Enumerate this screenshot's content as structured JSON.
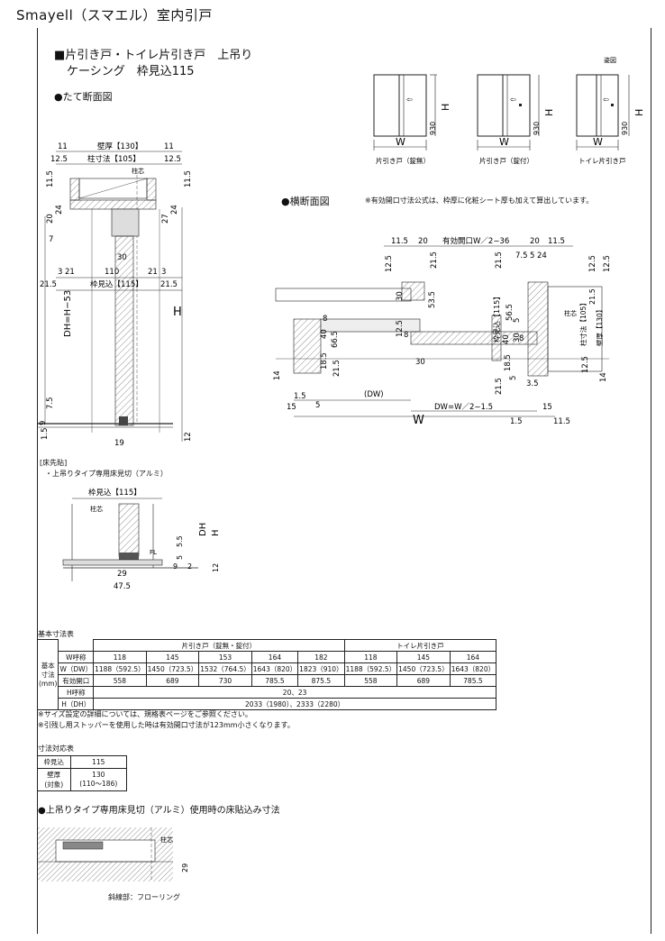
{
  "header": {
    "title": "Smayell（スマエル）室内引戸"
  },
  "main": {
    "title_line1": "■片引き戸・トイレ片引き戸　上吊り",
    "title_line2": "ケーシング　枠見込115"
  },
  "sections": {
    "vertical": "●たて断面図",
    "horizontal": "●横断面図",
    "horizontal_note": "※有効開口寸法公式は、枠厚に化粧シート厚も加えて算出しています。",
    "figure": "姿図",
    "floor": "●上吊りタイプ専用床見切（アルミ）使用時の床貼込み寸法"
  },
  "elevations": [
    {
      "caption": "片引き戸（錠無）",
      "w": "W",
      "h": "H",
      "hh": "930"
    },
    {
      "caption": "片引き戸（錠付）",
      "w": "W",
      "h": "H",
      "hh": "930"
    },
    {
      "caption": "トイレ片引き戸",
      "w": "W",
      "h": "H",
      "hh": "930"
    }
  ],
  "vertical_dims": {
    "wall": "壁厚【130】",
    "pillar": "柱寸法【105】",
    "pillar_center": "柱芯",
    "d11a": "11",
    "d11b": "11",
    "d125a": "12.5",
    "d125b": "12.5",
    "d115a": "11.5",
    "d115b": "11.5",
    "d20": "20",
    "d24": "24",
    "d27": "27",
    "d24b": "24",
    "d7": "7",
    "d30": "30",
    "d3": "3",
    "d21": "21",
    "d110": "110",
    "d21b": "21",
    "d3b": "3",
    "d215a": "21.5",
    "d215b": "21.5",
    "waku": "枠見込【115】",
    "dh": "DH=H−53",
    "h": "H",
    "d75": "7.5",
    "d9": "9",
    "d15": "1.5",
    "d19": "19",
    "d12": "12"
  },
  "floor_detail": {
    "label": "[床先貼]",
    "desc": "・上吊りタイプ専用床見切（アルミ）",
    "waku": "枠見込【115】",
    "pillar": "柱芯",
    "fl": "FL",
    "d55": "5.5",
    "d5": "5",
    "d9": "9",
    "d2": "2",
    "d12": "12",
    "d29": "29",
    "d475": "47.5",
    "dh": "DH",
    "h": "H"
  },
  "horizontal_dims": {
    "top_left": "11.5",
    "top_20": "20",
    "open": "有効開口W／2−36",
    "top_20b": "20",
    "top_115": "11.5",
    "d75": "7.5",
    "d5": "5",
    "d24": "24",
    "d125": "12.5",
    "d215": "21.5",
    "d30": "30",
    "d535": "53.5",
    "d215b": "21.5",
    "d8": "8",
    "d40": "40",
    "d665": "66.5",
    "d125b": "12.5",
    "d8b": "8",
    "d185": "18.5",
    "d215c": "21.5",
    "d30b": "30",
    "d14": "14",
    "d15a": "1.5",
    "d5a": "5",
    "d15b": "15",
    "dw": "(DW)",
    "dw2": "DW=W／2−1.5",
    "w": "W",
    "d15c": "1.5",
    "d15d": "15",
    "d115": "11.5",
    "waku115": "枠見込【115】",
    "d565": "56.5",
    "d5b": "5",
    "d40b": "40",
    "d30c": "30",
    "d8c": "8",
    "d185b": "18.5",
    "d35": "3.5",
    "d215d": "21.5",
    "d5c": "5",
    "pillar": "柱芯",
    "d125c": "12.5",
    "d215e": "21.5",
    "d125d": "12.5",
    "pillar105": "柱寸法【105】",
    "wall130": "壁厚【130】",
    "d125e": "12.5",
    "d14b": "14"
  },
  "spec_table": {
    "caption": "基本寸法表",
    "group_left": "片引き戸（錠無・錠付）",
    "group_right": "トイレ片引き戸",
    "row_head": "基本寸法\n(mm)",
    "rows": [
      {
        "label": "W呼称",
        "cells": [
          "118",
          "145",
          "153",
          "164",
          "182",
          "118",
          "145",
          "164"
        ]
      },
      {
        "label": "W（DW）",
        "cells": [
          "1188（592.5）",
          "1450（723.5）",
          "1532（764.5）",
          "1643（820）",
          "1823（910）",
          "1188（592.5）",
          "1450（723.5）",
          "1643（820）"
        ]
      },
      {
        "label": "有効開口",
        "cells": [
          "558",
          "689",
          "730",
          "785.5",
          "875.5",
          "558",
          "689",
          "785.5"
        ]
      },
      {
        "label": "H呼称",
        "cells": [
          "20、23"
        ]
      },
      {
        "label": "H（DH）",
        "cells": [
          "2033（1980）、2333（2280）"
        ]
      }
    ],
    "notes": [
      "※サイズ設定の詳細については、規格表ページをご参照ください。",
      "※引残し用ストッパーを使用した時は有効開口寸法が123mm小さくなります。"
    ]
  },
  "size_table": {
    "caption": "寸法対応表",
    "rows": [
      {
        "label": "枠見込",
        "value": "115"
      },
      {
        "label": "壁厚\n(対象)",
        "value": "130\n(110〜186)"
      }
    ]
  },
  "floor_bottom": {
    "pillar": "柱芯",
    "d29": "29",
    "caption": "斜線部：フローリング"
  }
}
